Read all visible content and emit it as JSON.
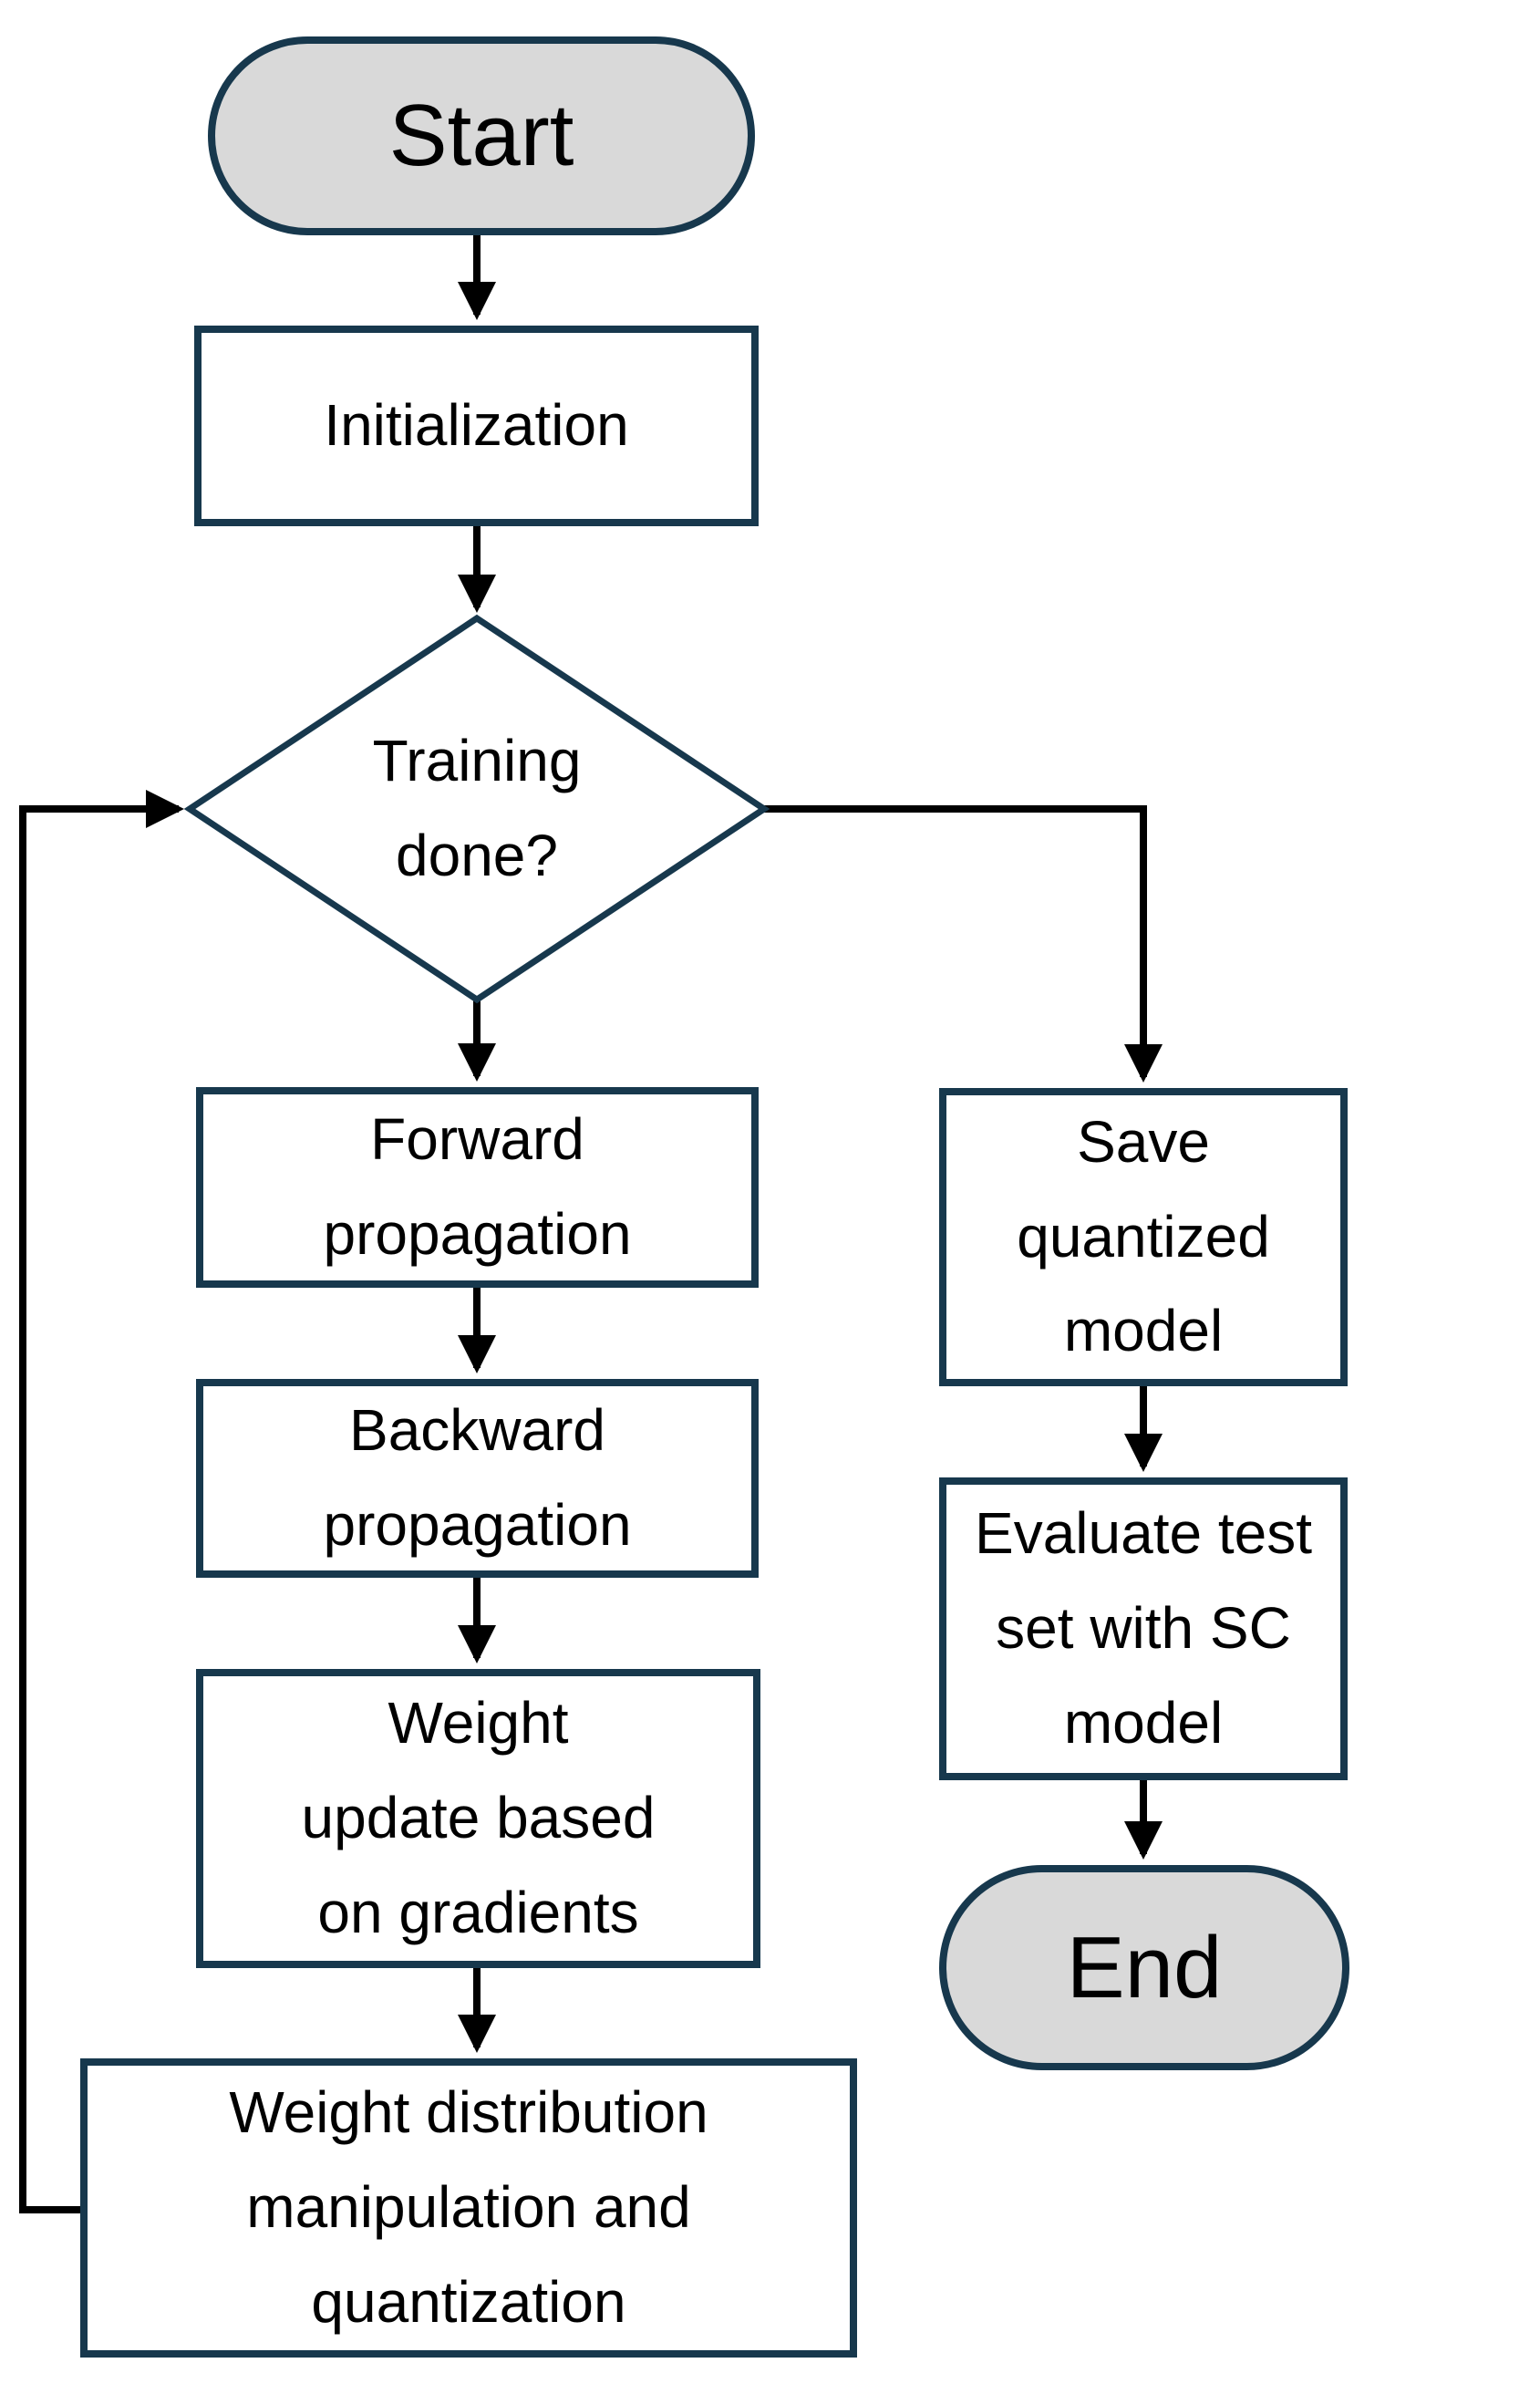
{
  "nodes": {
    "start": {
      "label": "Start",
      "type": "terminator"
    },
    "initialization": {
      "label": "Initialization",
      "type": "process"
    },
    "training_done": {
      "label": "Training\ndone?",
      "type": "decision"
    },
    "forward_propagation": {
      "label": "Forward\npropagation",
      "type": "process"
    },
    "backward_propagation": {
      "label": "Backward\npropagation",
      "type": "process"
    },
    "weight_update": {
      "label": "Weight\nupdate based\non gradients",
      "type": "process"
    },
    "weight_distribution": {
      "label": "Weight distribution\nmanipulation and\nquantization",
      "type": "process"
    },
    "save_model": {
      "label": "Save\nquantized\nmodel",
      "type": "process"
    },
    "evaluate_test": {
      "label": "Evaluate test\nset with SC\nmodel",
      "type": "process"
    },
    "end": {
      "label": "End",
      "type": "terminator"
    }
  },
  "colors": {
    "shape_border": "#17384d",
    "terminator_fill": "#d9d9d9",
    "process_fill": "#ffffff",
    "connector": "#000000",
    "text": "#000000",
    "background": "#ffffff"
  }
}
